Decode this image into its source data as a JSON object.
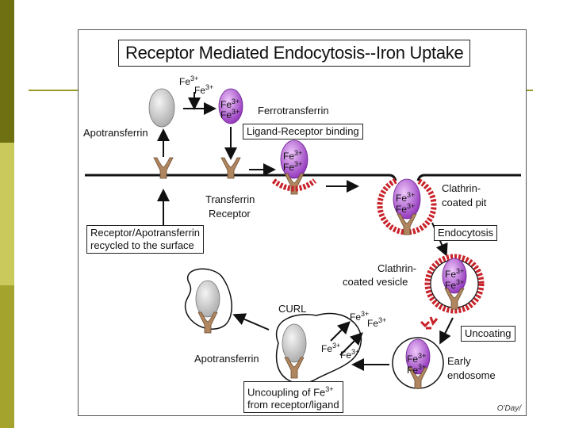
{
  "title": "Receptor Mediated Endocytosis--Iron Uptake",
  "labels": {
    "apotransferrin_top": "Apotransferrin",
    "ferrotransferrin": "Ferrotransferrin",
    "ligand_receptor_binding": "Ligand-Receptor binding",
    "transferrin_receptor_1": "Transferrin",
    "transferrin_receptor_2": "Receptor",
    "clathrin_pit_1": "Clathrin-",
    "clathrin_pit_2": "coated pit",
    "endocytosis": "Endocytosis",
    "clathrin_vesicle_1": "Clathrin-",
    "clathrin_vesicle_2": "coated vesicle",
    "uncoating": "Uncoating",
    "early_endosome_1": "Early",
    "early_endosome_2": "endosome",
    "curl": "CURL",
    "apotransferrin_bottom": "Apotransferrin",
    "recycled_1": "Receptor/Apotransferrin",
    "recycled_2": "recycled to the surface",
    "uncoupling_1": "Uncoupling of Fe",
    "uncoupling_sup": "3+",
    "uncoupling_2": "from receptor/ligand",
    "credit": "O'Day/"
  },
  "iron": {
    "base": "Fe",
    "charge": "3+"
  },
  "colors": {
    "band_dark": "#6f7012",
    "band_light": "#c9c95c",
    "accent_line": "#9a9a2a",
    "purple": "#9b3fc4",
    "purple_light": "#e3b8f2",
    "clathrin_red": "#c8232b",
    "receptor_tan": "#b08660",
    "gray_protein": "#c8c8c8"
  }
}
